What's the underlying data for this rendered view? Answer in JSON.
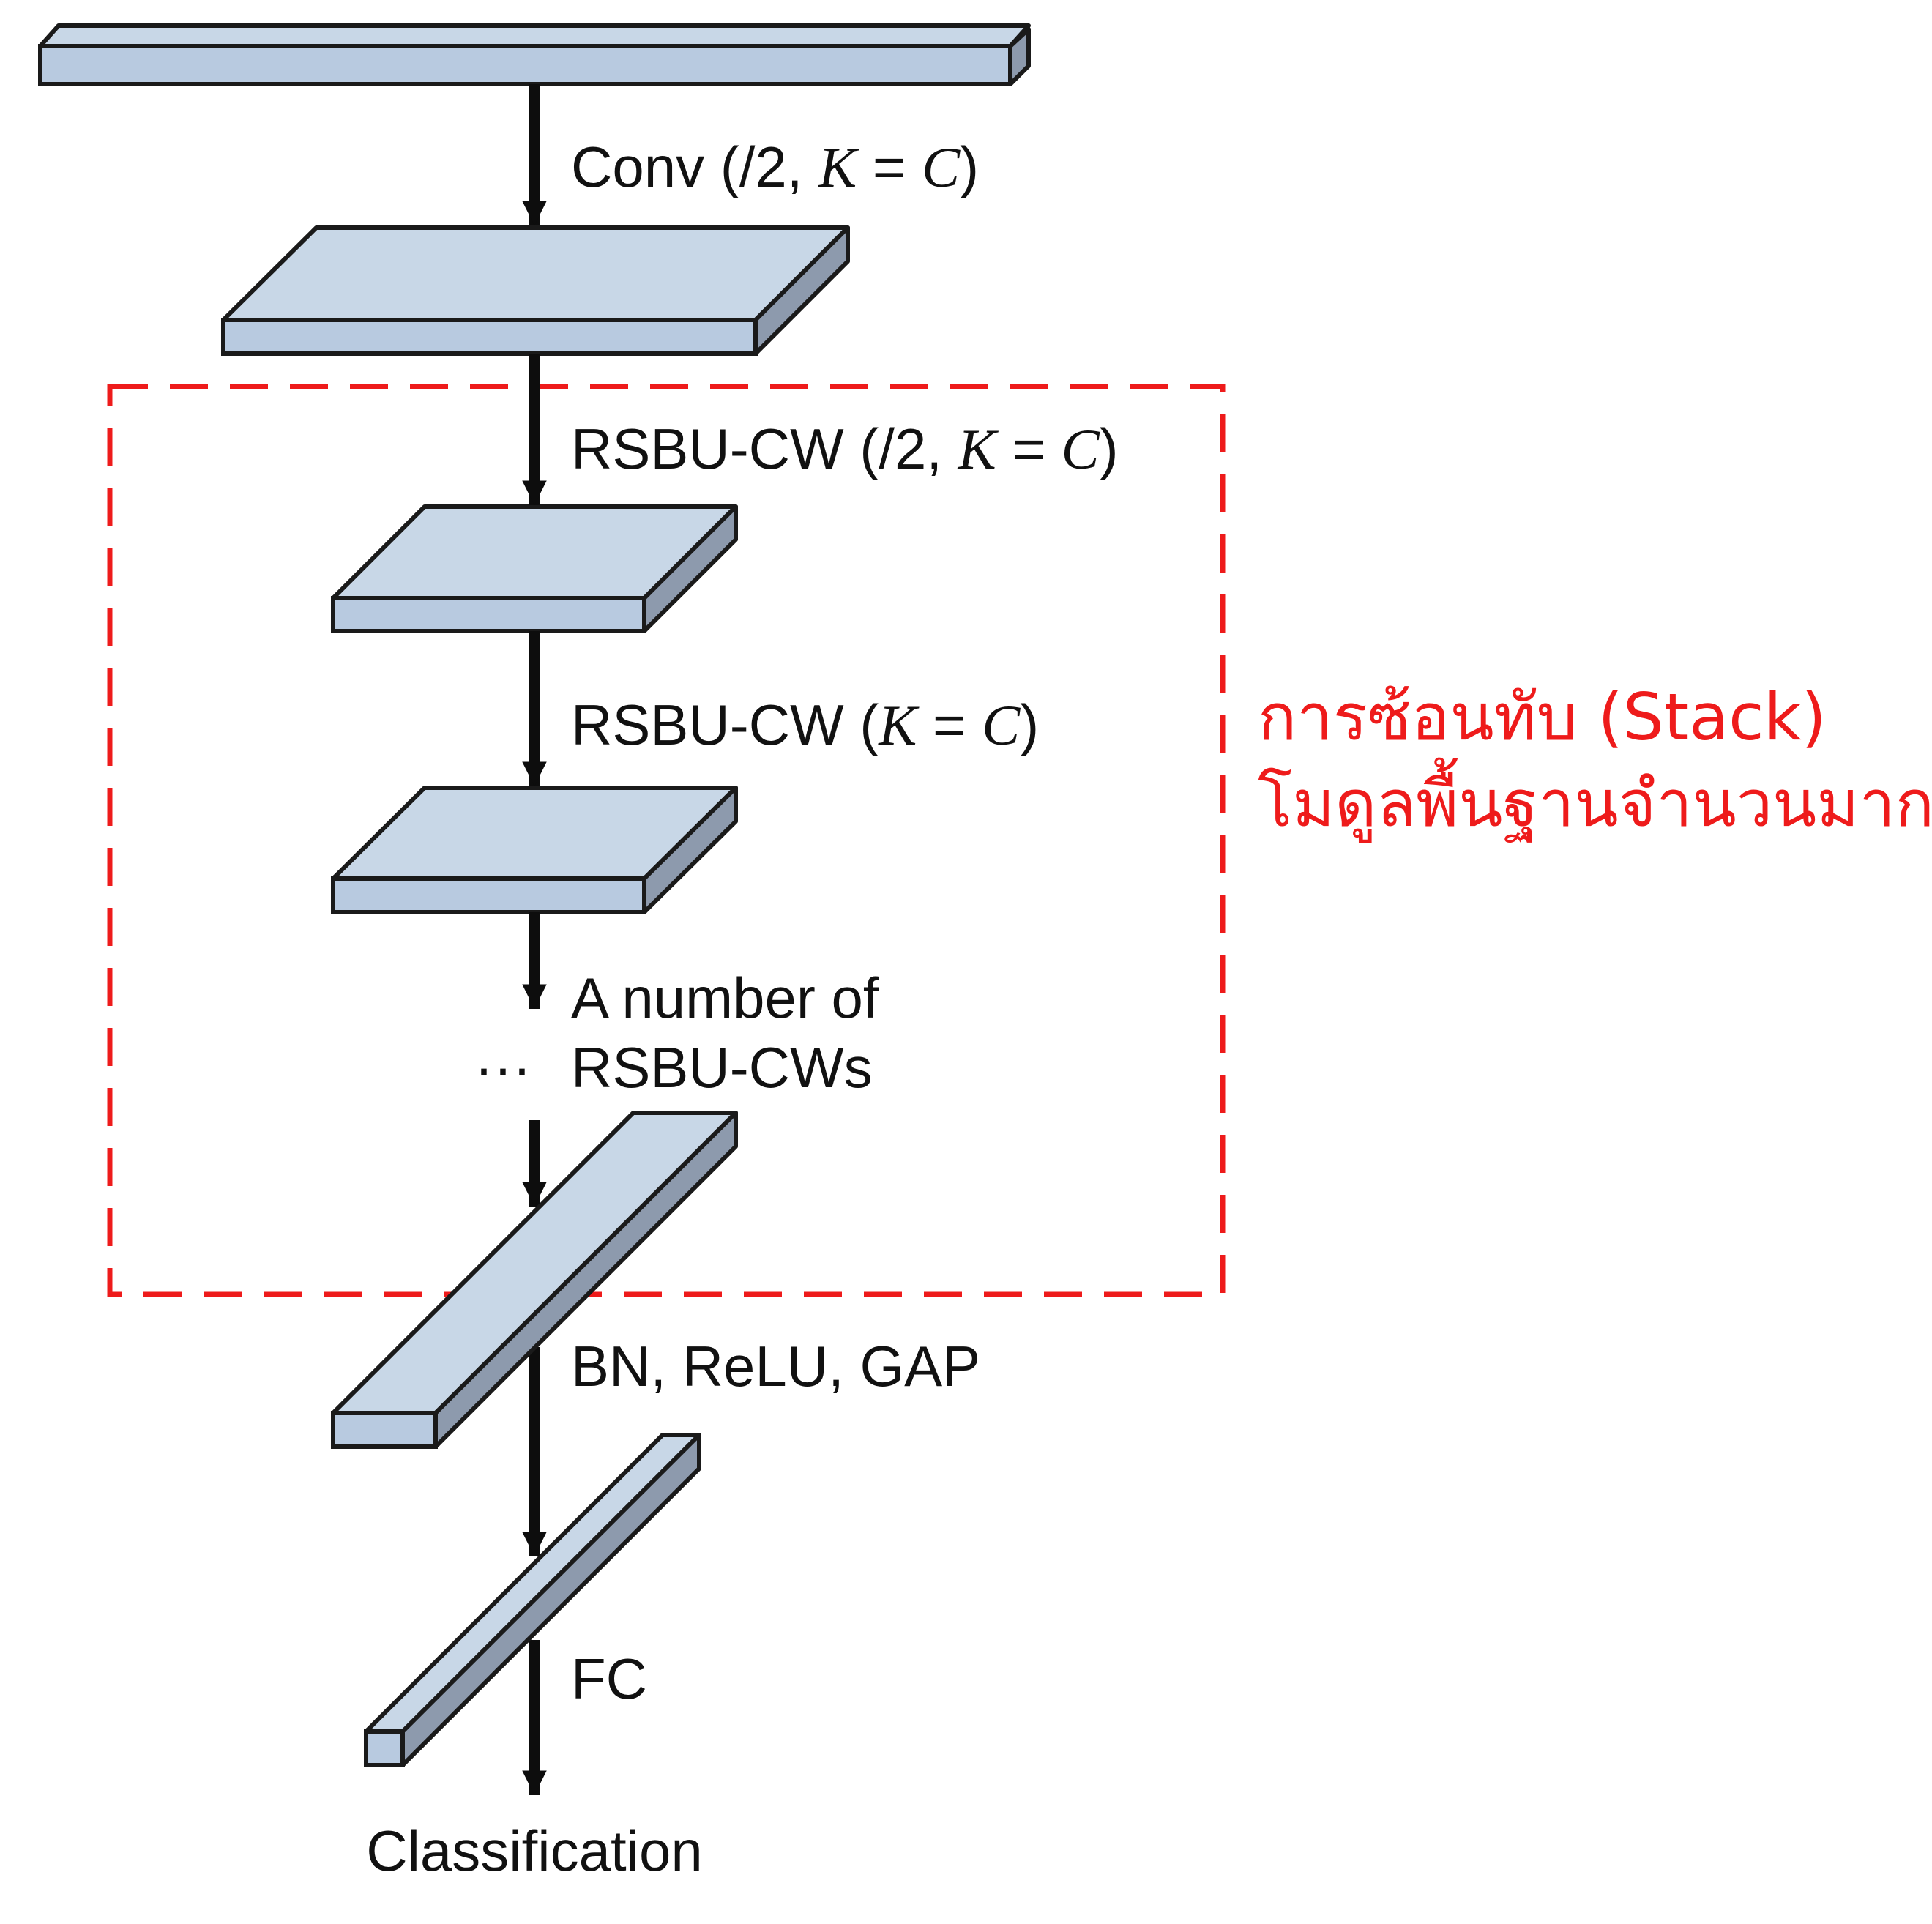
{
  "colors": {
    "block_top": "#c8d7e7",
    "block_front": "#b8cae0",
    "block_side": "#8d9aad",
    "stroke": "#1a1a1a",
    "arrow": "#0d0d0d",
    "highlight": "#ee1b1b"
  },
  "labels": {
    "conv": {
      "prefix": "Conv (/2, ",
      "k": "K",
      "eq": " = ",
      "c": "C",
      "suffix": ")"
    },
    "rsbu1": {
      "prefix": "RSBU-CW (/2, ",
      "k": "K",
      "eq": " = ",
      "c": "C",
      "suffix": ")"
    },
    "rsbu2": {
      "prefix": "RSBU-CW (",
      "k": "K",
      "eq": " = ",
      "c": "C",
      "suffix": ")"
    },
    "many_line1": "A number of",
    "many_line2": "RSBU-CWs",
    "ellipsis": "···",
    "bn": "BN, ReLU, GAP",
    "fc": "FC",
    "classification": "Classification"
  },
  "annotation": {
    "line1": "การซ้อนทับ (Stack)",
    "line2": "โมดูลพื้นฐานจำนวนมาก"
  }
}
